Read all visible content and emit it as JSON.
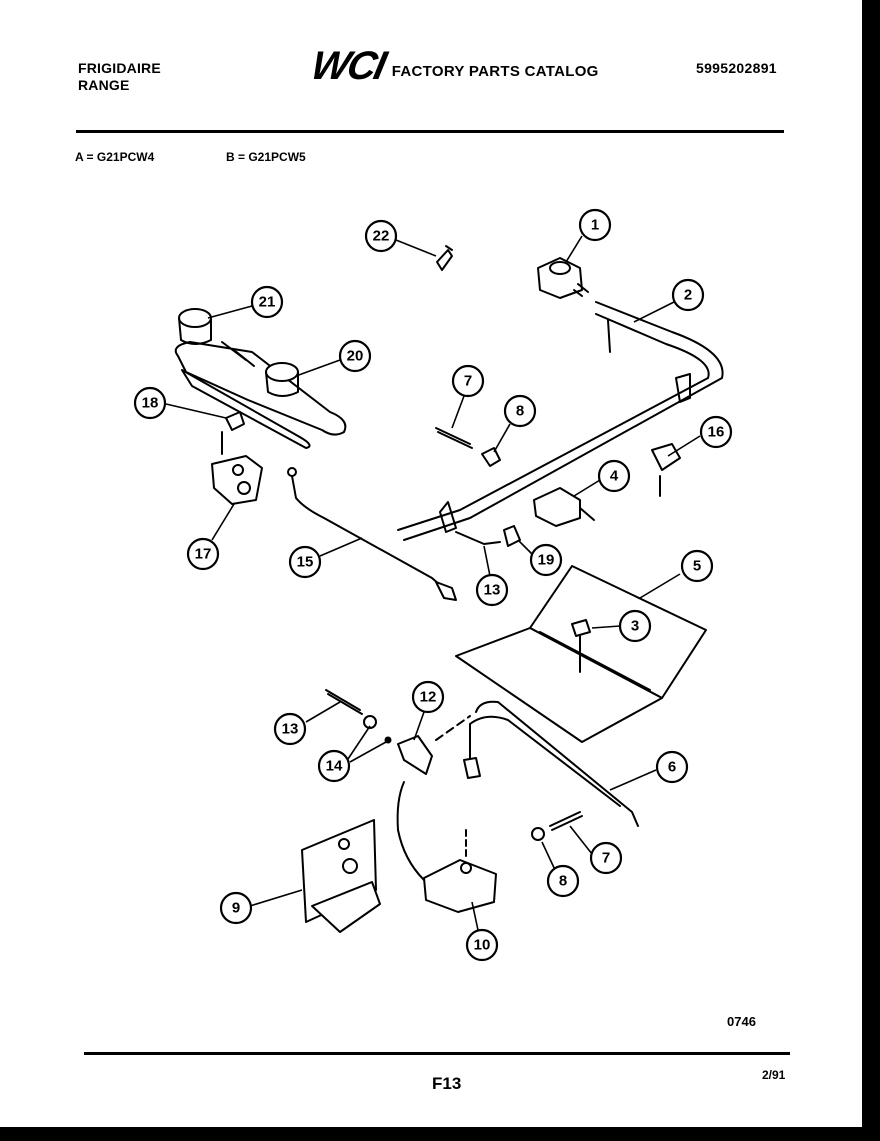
{
  "header": {
    "brand": "FRIGIDAIRE",
    "product": "RANGE",
    "logo_text": "WCI",
    "catalog_title": "FACTORY PARTS CATALOG",
    "catalog_number": "5995202891"
  },
  "models": {
    "a": "A = G21PCW4",
    "b": "B = G21PCW5"
  },
  "callouts": [
    {
      "id": "1",
      "label": "1"
    },
    {
      "id": "2",
      "label": "2"
    },
    {
      "id": "3",
      "label": "3"
    },
    {
      "id": "4",
      "label": "4"
    },
    {
      "id": "5",
      "label": "5"
    },
    {
      "id": "6",
      "label": "6"
    },
    {
      "id": "7a",
      "label": "7"
    },
    {
      "id": "8a",
      "label": "8"
    },
    {
      "id": "9",
      "label": "9"
    },
    {
      "id": "10",
      "label": "10"
    },
    {
      "id": "12",
      "label": "12"
    },
    {
      "id": "13a",
      "label": "13"
    },
    {
      "id": "13b",
      "label": "13"
    },
    {
      "id": "14",
      "label": "14"
    },
    {
      "id": "15",
      "label": "15"
    },
    {
      "id": "16",
      "label": "16"
    },
    {
      "id": "17",
      "label": "17"
    },
    {
      "id": "18",
      "label": "18"
    },
    {
      "id": "19",
      "label": "19"
    },
    {
      "id": "20",
      "label": "20"
    },
    {
      "id": "21",
      "label": "21"
    },
    {
      "id": "22",
      "label": "22"
    },
    {
      "id": "7b",
      "label": "7"
    },
    {
      "id": "8b",
      "label": "8"
    }
  ],
  "footer": {
    "drawing_code": "0746",
    "page": "F13",
    "date": "2/91"
  }
}
